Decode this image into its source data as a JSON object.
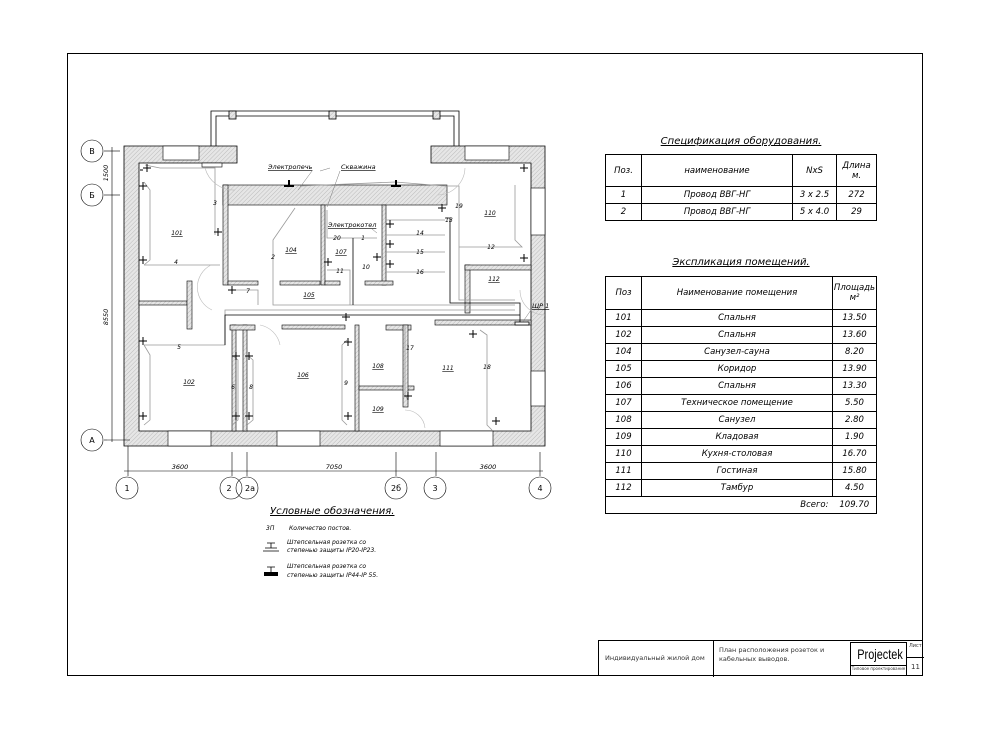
{
  "plan": {
    "axes_rows": [
      "В",
      "Б",
      "А"
    ],
    "axes_cols": [
      "1",
      "2",
      "2а",
      "2б",
      "3",
      "4"
    ],
    "dimensions": {
      "bottom": [
        "3600",
        "7050",
        "3600"
      ],
      "left": [
        "1500",
        "8550"
      ]
    },
    "rooms": [
      "101",
      "102",
      "104",
      "105",
      "106",
      "107",
      "108",
      "109",
      "110",
      "111",
      "112"
    ],
    "annotations": {
      "stove": "Электропечь",
      "well": "Скважина",
      "boiler": "Электрокотел",
      "panel": "ЩР 1"
    },
    "cables": [
      "1",
      "2",
      "3",
      "4",
      "5",
      "6",
      "7",
      "8",
      "9",
      "10",
      "11",
      "12",
      "13",
      "14",
      "15",
      "16",
      "17",
      "18",
      "19",
      "20"
    ]
  },
  "legend": {
    "title": "Условные обозначения.",
    "count_symbol": "3П",
    "count_label": "Количество постов.",
    "socket1_line1": "Штепсельная розетка со",
    "socket1_line2": "степенью защиты IP20-IP23.",
    "socket2_line1": "Штепсельная розетка со",
    "socket2_line2": "степенью защиты IP44-IP 55."
  },
  "spec": {
    "title": "Спецификация оборудования.",
    "headers": [
      "Поз.",
      "наименование",
      "NxS",
      "Длина м."
    ],
    "rows": [
      [
        "1",
        "Провод ВВГ-НГ",
        "3 x 2.5",
        "272"
      ],
      [
        "2",
        "Провод ВВГ-НГ",
        "5 x 4.0",
        "29"
      ]
    ]
  },
  "explication": {
    "title": "Экспликация помещений.",
    "headers": [
      "Поз",
      "Наименование помещения",
      "Площадь м²"
    ],
    "rows": [
      [
        "101",
        "Спальня",
        "13.50"
      ],
      [
        "102",
        "Спальня",
        "13.60"
      ],
      [
        "104",
        "Санузел-сауна",
        "8.20"
      ],
      [
        "105",
        "Коридор",
        "13.90"
      ],
      [
        "106",
        "Спальня",
        "13.30"
      ],
      [
        "107",
        "Техническое помещение",
        "5.50"
      ],
      [
        "108",
        "Санузел",
        "2.80"
      ],
      [
        "109",
        "Кладовая",
        "1.90"
      ],
      [
        "110",
        "Кухня-столовая",
        "16.70"
      ],
      [
        "111",
        "Гостиная",
        "15.80"
      ],
      [
        "112",
        "Тамбур",
        "4.50"
      ]
    ],
    "total_label": "Всего:",
    "total_value": "109.70"
  },
  "title_block": {
    "project": "Индивидуальный жилой дом",
    "sheet_title": "План расположения розеток и кабельных выводов.",
    "logo": "Projectek",
    "logo_sub": "Типовое проектирование",
    "sheet_label": "Лист",
    "sheet_number": "11"
  }
}
